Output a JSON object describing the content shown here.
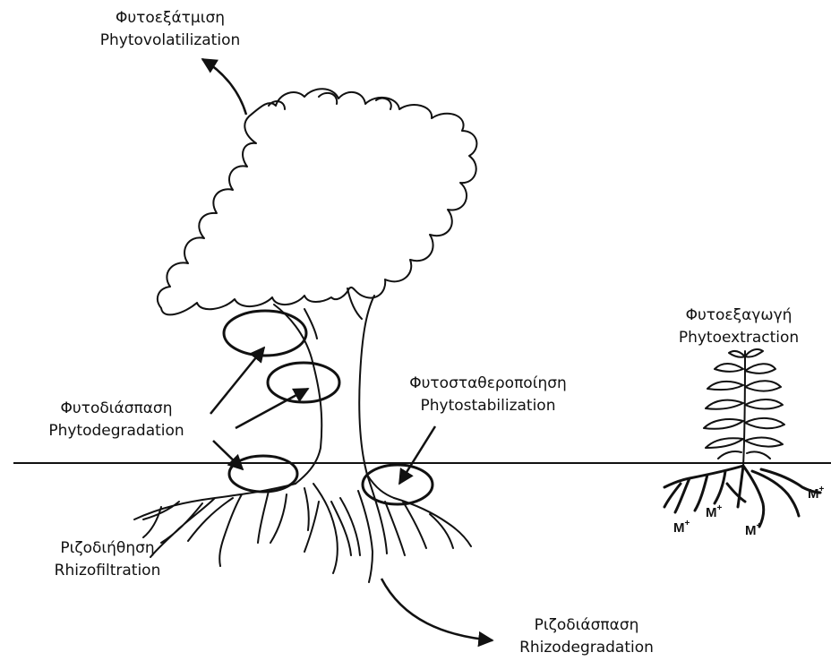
{
  "labels": {
    "phytovolatilization": {
      "gr": "Φυτοεξάτμιση",
      "en": "Phytovolatilization"
    },
    "phytodegradation": {
      "gr": "Φυτοδιάσπαση",
      "en": "Phytodegradation"
    },
    "phytostabilization": {
      "gr": "Φυτοσταθεροποίηση",
      "en": "Phytostabilization"
    },
    "phytoextraction": {
      "gr": "Φυτοεξαγωγή",
      "en": "Phytoextraction"
    },
    "rhizofiltration": {
      "gr": "Ριζοδιήθηση",
      "en": "Rhizofiltration"
    },
    "rhizodegradation": {
      "gr": "Ριζοδιάσπαση",
      "en": "Rhizodegradation"
    }
  },
  "metal_ion": {
    "base": "M",
    "charge": "+"
  },
  "colors": {
    "ink": "#111111",
    "background": "#ffffff"
  },
  "icons": [
    "tree-drawing",
    "small-plant-drawing",
    "arrow-icon",
    "ellipse-marker",
    "metal-ion-marker"
  ]
}
